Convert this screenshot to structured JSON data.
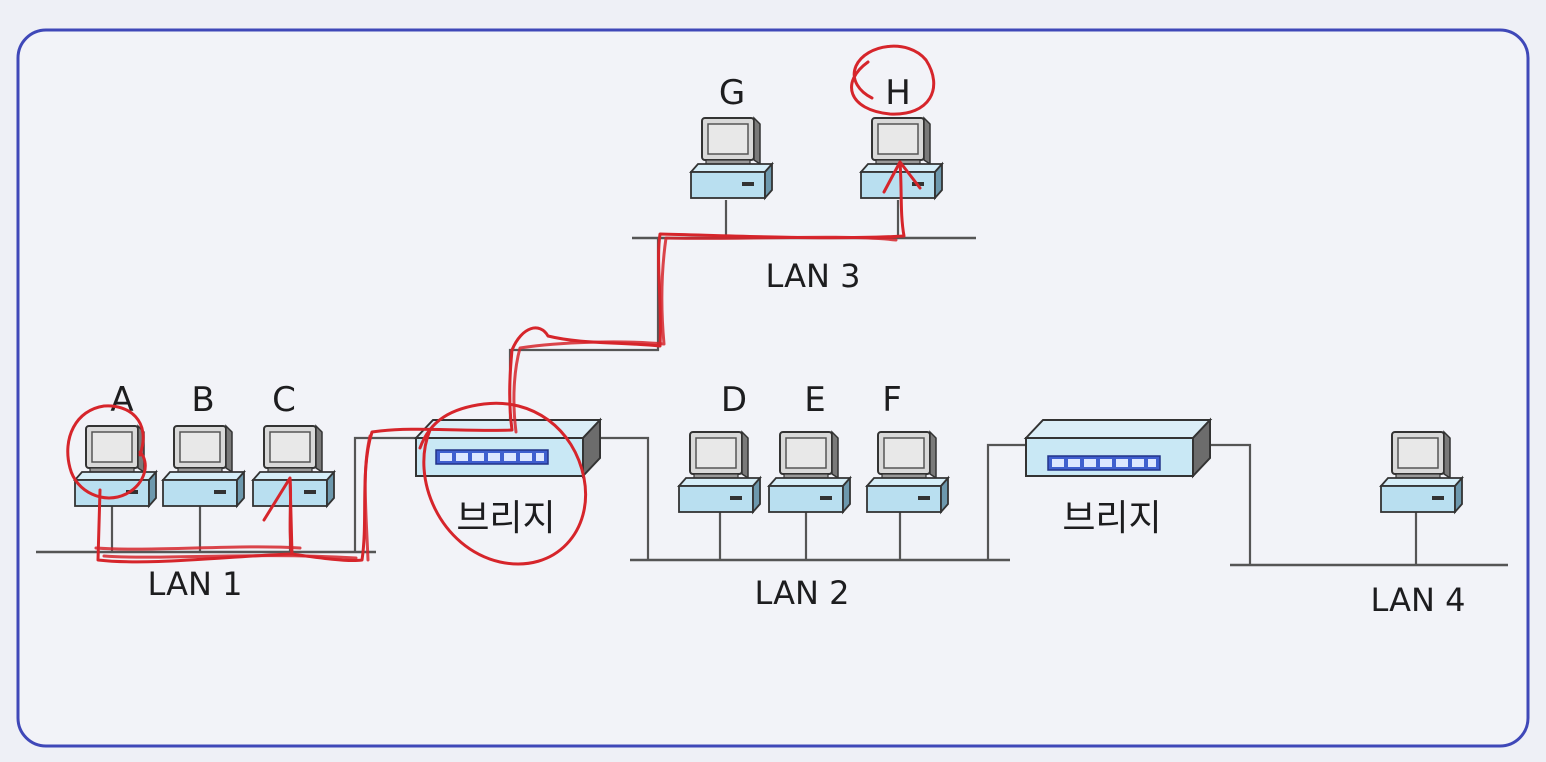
{
  "diagram": {
    "colors": {
      "frame": "#3f48b8",
      "panel": "#f2f3f8",
      "page": "#eef0f6",
      "pc_body": "#b9dff0",
      "monitor": "#cfcfcf",
      "bridge_top": "#c9e8f5",
      "port_strip": "#4a6ad0",
      "annotation": "#d6252b",
      "wire": "#555555"
    },
    "computers": [
      {
        "id": "A",
        "label": "A",
        "icon": "computer-icon"
      },
      {
        "id": "B",
        "label": "B",
        "icon": "computer-icon"
      },
      {
        "id": "C",
        "label": "C",
        "icon": "computer-icon"
      },
      {
        "id": "D",
        "label": "D",
        "icon": "computer-icon"
      },
      {
        "id": "E",
        "label": "E",
        "icon": "computer-icon"
      },
      {
        "id": "F",
        "label": "F",
        "icon": "computer-icon"
      },
      {
        "id": "G",
        "label": "G",
        "icon": "computer-icon"
      },
      {
        "id": "H",
        "label": "H",
        "icon": "computer-icon"
      },
      {
        "id": "LAN4-PC",
        "label": "",
        "icon": "computer-icon"
      }
    ],
    "lans": [
      {
        "id": "lan1",
        "label": "LAN 1"
      },
      {
        "id": "lan2",
        "label": "LAN 2"
      },
      {
        "id": "lan3",
        "label": "LAN 3"
      },
      {
        "id": "lan4",
        "label": "LAN 4"
      }
    ],
    "bridges": [
      {
        "id": "bridge1",
        "label": "브리지",
        "icon": "bridge-icon"
      },
      {
        "id": "bridge2",
        "label": "브리지",
        "icon": "bridge-icon"
      }
    ],
    "annotations": {
      "circled": [
        "A",
        "H",
        "bridge1"
      ],
      "path": "A → LAN 1 → 브리지 → LAN 3 → H"
    }
  }
}
